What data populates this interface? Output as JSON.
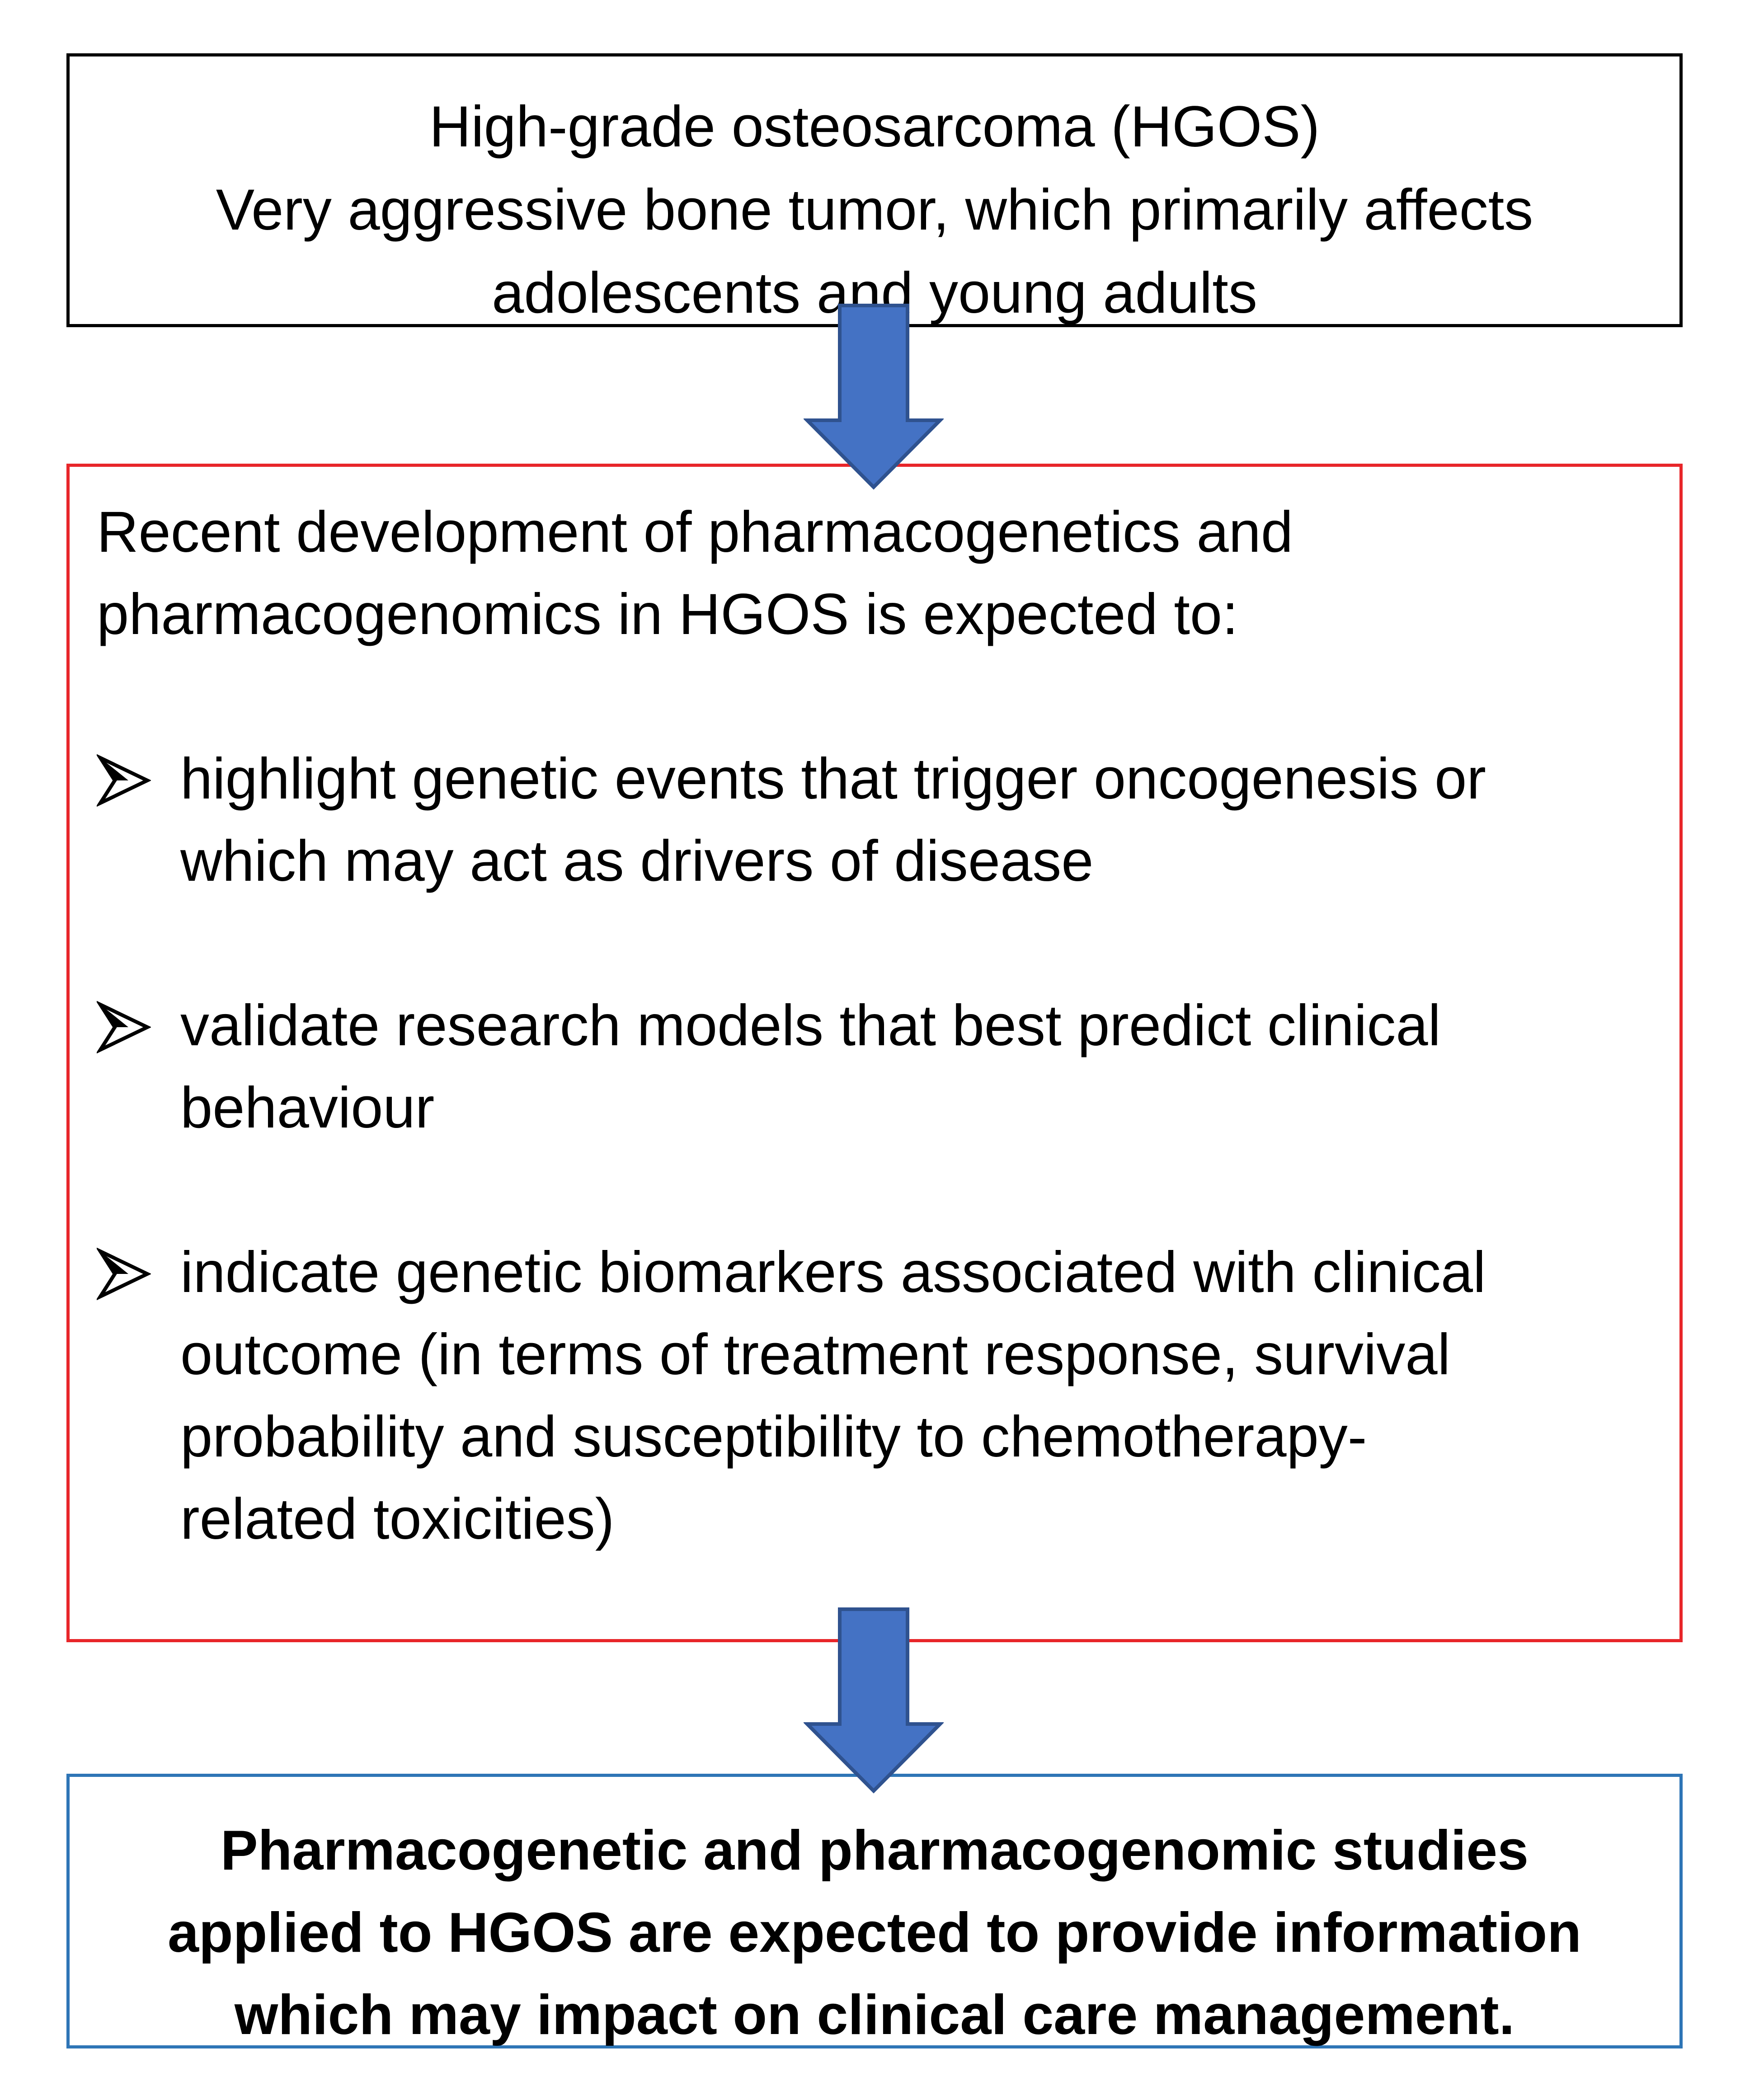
{
  "colors": {
    "box1_border": "#000000",
    "box2_border": "#e8262a",
    "box3_border": "#2e75b6",
    "arrow_fill": "#4472c4",
    "arrow_stroke": "#2f528f"
  },
  "box1": {
    "lines": [
      "High-grade osteosarcoma (HGOS)",
      "Very aggressive bone tumor, which primarily affects",
      "adolescents and young adults"
    ]
  },
  "box2": {
    "intro_lines": [
      "Recent development of pharmacogenetics and",
      "pharmacogenomics in HGOS is expected to:"
    ],
    "bullet_icon": "arrowhead-bullet-icon",
    "bullets": [
      {
        "lines": [
          "highlight genetic events that trigger oncogenesis or",
          "which may act as drivers of disease"
        ]
      },
      {
        "lines": [
          "validate research models that best predict clinical",
          "behaviour"
        ]
      },
      {
        "lines": [
          "indicate genetic biomarkers associated with clinical",
          "outcome (in terms of treatment response, survival",
          "probability and susceptibility to chemotherapy-",
          "related toxicities)"
        ]
      }
    ]
  },
  "box3": {
    "lines": [
      "Pharmacogenetic and pharmacogenomic studies",
      "applied to HGOS are expected to provide information",
      "which may impact on clinical care management."
    ]
  },
  "arrows": [
    "down-arrow-icon",
    "down-arrow-icon"
  ]
}
